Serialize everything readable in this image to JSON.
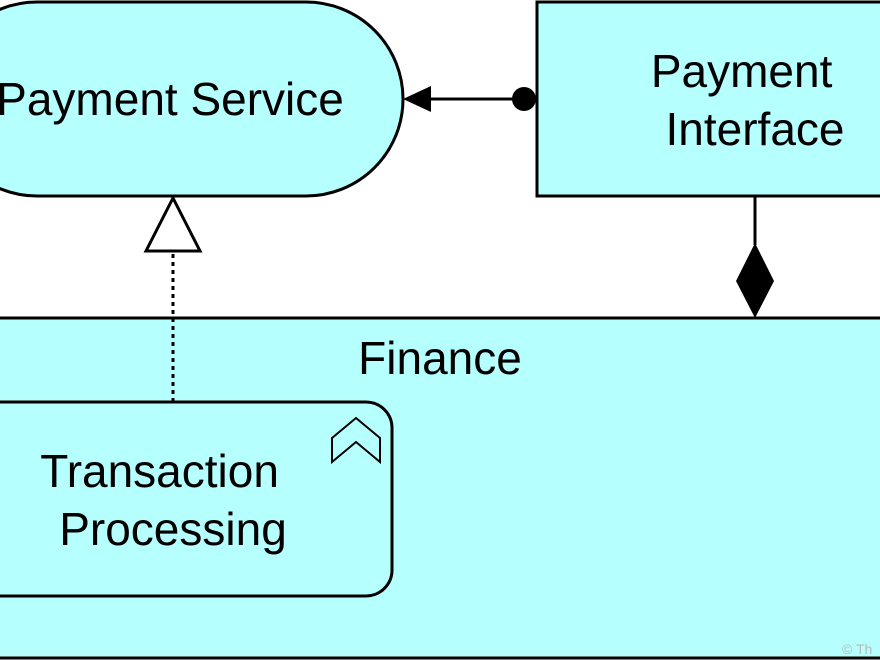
{
  "diagram": {
    "nodes": {
      "payment_service": {
        "label": "Payment Service"
      },
      "payment_interface": {
        "label_lines": [
          "Payment",
          "Interface"
        ]
      },
      "finance": {
        "label": "Finance"
      },
      "transaction_processing": {
        "label_lines": [
          "Transaction",
          "Processing"
        ]
      }
    },
    "relationships": [
      {
        "from": "payment_interface",
        "to": "payment_service",
        "type": "serving"
      },
      {
        "from": "transaction_processing",
        "to": "payment_service",
        "type": "realization"
      },
      {
        "from": "finance",
        "to": "payment_interface",
        "type": "composition"
      }
    ],
    "copyright": "© Th"
  },
  "colors": {
    "element_fill": "#b5ffff",
    "stroke": "#000000",
    "copyright_text": "#b8b8b8"
  },
  "icons": {
    "function_icon": "chevron-up-icon"
  }
}
